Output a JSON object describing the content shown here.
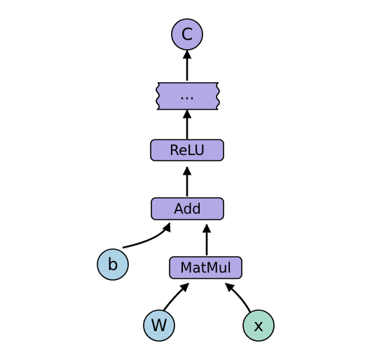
{
  "colors": {
    "op_fill": "#b3a9e6",
    "input_fill": "#aed3e6",
    "x_fill": "#a9dcc8",
    "stroke": "#000000"
  },
  "nodes": {
    "c": {
      "label": "C",
      "shape": "circle"
    },
    "ellipsis": {
      "label": "...",
      "shape": "wavy-box"
    },
    "relu": {
      "label": "ReLU",
      "shape": "rounded-box"
    },
    "add": {
      "label": "Add",
      "shape": "rounded-box"
    },
    "matmul": {
      "label": "MatMul",
      "shape": "rounded-box"
    },
    "b": {
      "label": "b",
      "shape": "circle"
    },
    "w": {
      "label": "W",
      "shape": "circle"
    },
    "x": {
      "label": "x",
      "shape": "circle"
    }
  },
  "edges": [
    {
      "from": "w",
      "to": "matmul"
    },
    {
      "from": "x",
      "to": "matmul"
    },
    {
      "from": "matmul",
      "to": "add"
    },
    {
      "from": "b",
      "to": "add"
    },
    {
      "from": "add",
      "to": "relu"
    },
    {
      "from": "relu",
      "to": "ellipsis"
    },
    {
      "from": "ellipsis",
      "to": "c"
    }
  ]
}
